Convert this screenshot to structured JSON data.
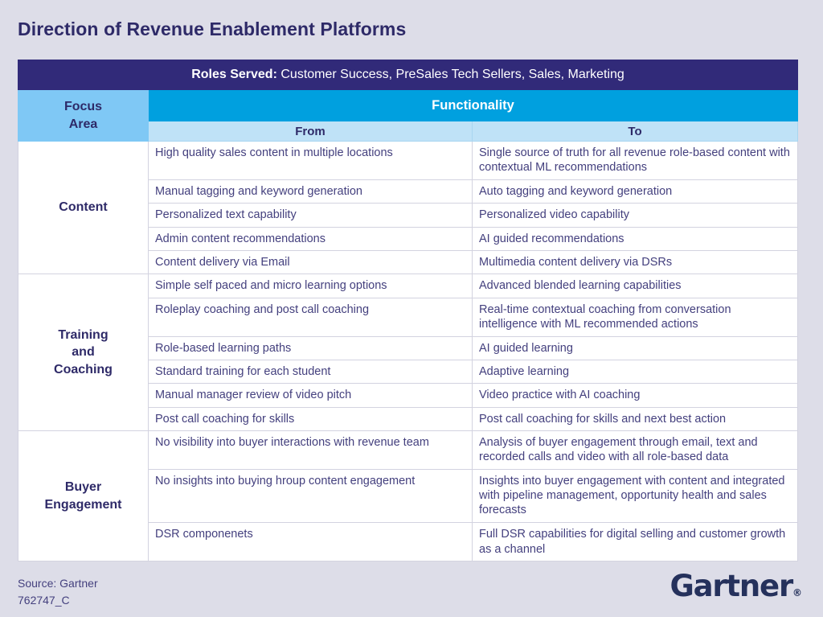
{
  "title": "Direction of Revenue Enablement Platforms",
  "table": {
    "roles_label": "Roles Served:",
    "roles_value": "Customer Success, PreSales Tech Sellers, Sales, Marketing",
    "focus_area_header": "Focus\nArea",
    "focus_area_header_line1": "Focus",
    "focus_area_header_line2": "Area",
    "functionality_header": "Functionality",
    "from_header": "From",
    "to_header": "To",
    "sections": [
      {
        "focus_area": "Content",
        "focus_area_lines": [
          "Content"
        ],
        "rows": [
          {
            "from": "High quality sales content in multiple locations",
            "to": "Single source of truth for all revenue role-based content with contextual ML recommendations"
          },
          {
            "from": "Manual tagging and keyword generation",
            "to": "Auto tagging and keyword generation"
          },
          {
            "from": "Personalized text capability",
            "to": "Personalized video capability"
          },
          {
            "from": "Admin content recommendations",
            "to": "AI guided recommendations"
          },
          {
            "from": "Content delivery via Email",
            "to": "Multimedia content delivery via DSRs"
          }
        ]
      },
      {
        "focus_area": "Training and Coaching",
        "focus_area_lines": [
          "Training",
          "and",
          "Coaching"
        ],
        "rows": [
          {
            "from": "Simple self paced and micro learning options",
            "to": "Advanced blended learning capabilities"
          },
          {
            "from": "Roleplay coaching and post call coaching",
            "to": "Real-time contextual coaching from conversation intelligence with ML recommended actions"
          },
          {
            "from": "Role-based learning paths",
            "to": "AI guided learning"
          },
          {
            "from": "Standard training for each student",
            "to": "Adaptive learning"
          },
          {
            "from": "Manual manager review of video pitch",
            "to": "Video practice with AI coaching"
          },
          {
            "from": "Post call coaching for skills",
            "to": "Post call coaching for skills and next best action"
          }
        ]
      },
      {
        "focus_area": "Buyer Engagement",
        "focus_area_lines": [
          "Buyer",
          "Engagement"
        ],
        "rows": [
          {
            "from": "No visibility into buyer interactions with revenue team",
            "to": "Analysis of buyer engagement through email, text and recorded calls and video with all role-based data"
          },
          {
            "from": "No insights into buying hroup content engagement",
            "to": "Insights into buyer engagement with content and integrated with pipeline management, opportunity health and sales forecasts"
          },
          {
            "from": "DSR componenets",
            "to": "Full DSR capabilities for digital selling and customer growth as a channel"
          }
        ]
      }
    ]
  },
  "footer": {
    "source": "Source: Gartner",
    "doc_id": "762747_C",
    "logo_text": "Gartner",
    "logo_mark": "®"
  },
  "colors": {
    "page_background": "#dddde8",
    "navy": "#312a79",
    "title_navy": "#2e2a68",
    "functionality_blue": "#00a0df",
    "focus_area_blue": "#7fc8f5",
    "subheader_blue": "#bfe2f7",
    "body_text": "#44407e",
    "cell_border": "#d3d3e0",
    "logo_navy": "#25315c"
  }
}
